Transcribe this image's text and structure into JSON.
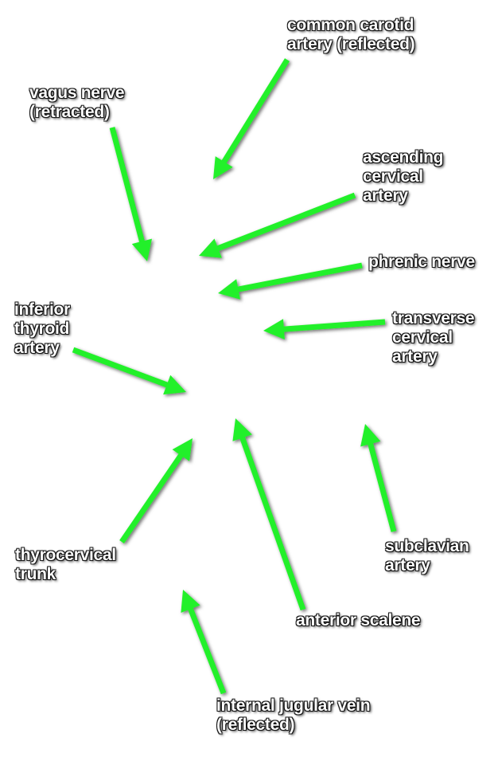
{
  "arrow_color": "#22f029",
  "labels": {
    "common_carotid": [
      "common carotid",
      "artery (reflected)"
    ],
    "vagus": [
      "vagus nerve",
      "(retracted)"
    ],
    "ascending_cervical": [
      "ascending",
      "cervical",
      "artery"
    ],
    "phrenic": [
      "phrenic nerve"
    ],
    "inferior_thyroid": [
      "inferior",
      "thyroid",
      "artery"
    ],
    "transverse_cervical": [
      "transverse",
      "cervical",
      "artery"
    ],
    "thyrocervical": [
      "thyrocervical",
      "trunk"
    ],
    "subclavian": [
      "subclavian",
      "artery"
    ],
    "anterior_scalene": [
      "anterior scalene"
    ],
    "internal_jugular": [
      "internal jugular vein",
      "(reflected)"
    ]
  }
}
